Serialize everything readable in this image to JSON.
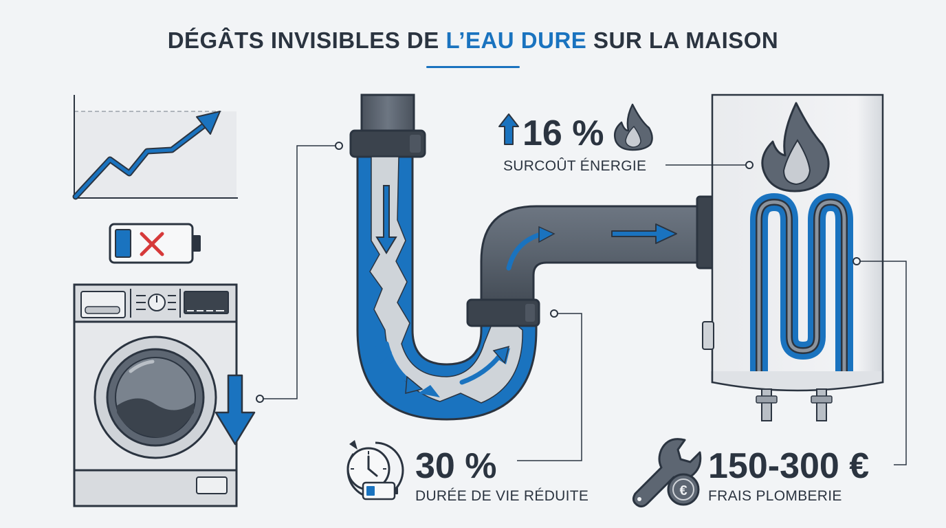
{
  "title": {
    "before": "DÉGÂTS INVISIBLES DE ",
    "accent": "L’EAU DURE",
    "after": " SUR LA MAISON"
  },
  "stats": {
    "energy": {
      "value": "16 %",
      "label": "SURCOÛT ÉNERGIE"
    },
    "lifespan": {
      "value": "30 %",
      "label": "DURÉE DE VIE RÉDUITE"
    },
    "plumbing": {
      "value": "150-300 €",
      "label": "FRAIS PLOMBERIE"
    }
  },
  "icons": {
    "euro_symbol": "€"
  },
  "colors": {
    "accent": "#1a73bf",
    "pipe": "#5d6672",
    "pipe_dark": "#3b434d",
    "scale": "#d0d4d9",
    "text": "#2b3440",
    "error": "#d63a3a"
  }
}
